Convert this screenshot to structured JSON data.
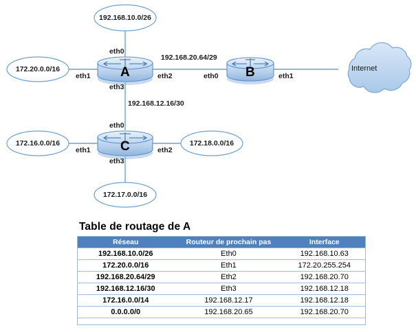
{
  "diagram": {
    "routers": [
      {
        "id": "A",
        "name": "A"
      },
      {
        "id": "B",
        "name": "B"
      },
      {
        "id": "C",
        "name": "C"
      }
    ],
    "cloud": {
      "label": "Internet"
    },
    "networks": [
      {
        "id": "net-a-north",
        "label": "192.168.10.0/26"
      },
      {
        "id": "net-a-west",
        "label": "172.20.0.0/16"
      },
      {
        "id": "net-c-west",
        "label": "172.16.0.0/16"
      },
      {
        "id": "net-c-east",
        "label": "172.18.0.0/16"
      },
      {
        "id": "net-c-south",
        "label": "172.17.0.0/16"
      }
    ],
    "links": [
      {
        "id": "link-a-b",
        "label": "192.168.20.64/29"
      },
      {
        "id": "link-a-c",
        "label": "192.168.12.16/30"
      }
    ],
    "interfaces": {
      "a_eth0": "eth0",
      "a_eth1": "eth1",
      "a_eth2": "eth2",
      "a_eth3": "eth3",
      "b_eth0": "eth0",
      "b_eth1": "eth1",
      "c_eth0": "eth0",
      "c_eth1": "eth1",
      "c_eth2": "eth2",
      "c_eth3": "eth3"
    }
  },
  "routing_table": {
    "title": "Table de routage de A",
    "headers": [
      "Réseau",
      "Routeur de prochain pas",
      "Interface"
    ],
    "rows": [
      [
        "192.168.10.0/26",
        "Eth0",
        "192.168.10.63"
      ],
      [
        "172.20.0.0/16",
        "Eth1",
        "172.20.255.254"
      ],
      [
        "192.168.20.64/29",
        "Eth2",
        "192.168.20.70"
      ],
      [
        "192.168.12.16/30",
        "Eth3",
        "192.168.12.18"
      ],
      [
        "172.16.0.0/14",
        "192.168.12.17",
        "192.168.12.18"
      ],
      [
        "0.0.0.0/0",
        "192.168.20.65",
        "192.168.20.70"
      ]
    ]
  },
  "colors": {
    "header_blue": "#4f81bd",
    "router_fill": "#aec9e8",
    "cloud_fill": "#bcd3ee",
    "line_blue": "#6f9fd0",
    "ellipse_stroke": "#6f9fd0"
  }
}
